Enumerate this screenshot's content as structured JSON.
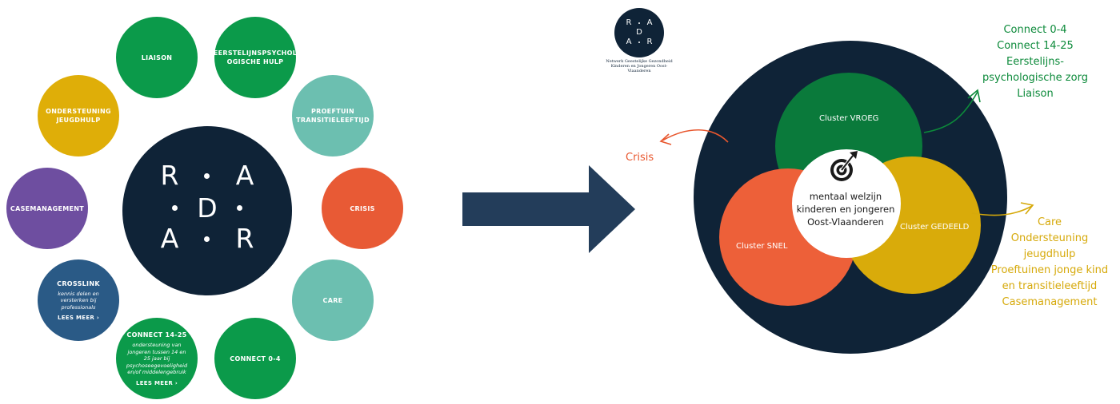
{
  "left": {
    "logo_letters": [
      "R",
      "A",
      "D",
      "A",
      "R"
    ],
    "circles": {
      "liaison": "LIAISON",
      "eerstelijns": "EERSTELIJNSPSYCHOL OGISCHE HULP",
      "proeftuin": "PROEFTUIN TRANSITIELEEFTIJD",
      "crisis": "CRISIS",
      "care": "CARE",
      "connect04": "CONNECT 0-4",
      "connect1425_title": "CONNECT 14-25",
      "connect1425_sub": "ondersteuning van jongeren tussen 14 en 25 jaar bij psychoseegevoeligheid en/of middelengebruik",
      "connect1425_more": "LEES MEER  ›",
      "crosslink_title": "CROSSLINK",
      "crosslink_sub": "kennis delen en versterken bij professionals",
      "crosslink_more": "LEES MEER  ›",
      "casemanagement": "CASEMANAGEMENT",
      "jeugdhulp": "ONDERSTEUNING JEUGDHULP"
    },
    "colors": {
      "green": "#0b9a4a",
      "teal": "#6cbfb0",
      "orange": "#e85a35",
      "yellow": "#dfae08",
      "purple": "#6e4ea0",
      "blue": "#2a5a86",
      "navy": "#0f2337"
    }
  },
  "arrow_color": "#233d5a",
  "right": {
    "logo_letters": [
      "R",
      "A",
      "D",
      "A",
      "R"
    ],
    "logo_caption_1": "Netwerk Geestelijke Gezondheid",
    "logo_caption_2": "Kinderen en Jongeren Oost-Vlaanderen",
    "crisis_label": "Crisis",
    "cluster_vroeg": "Cluster VROEG",
    "cluster_snel": "Cluster SNEL",
    "cluster_gedeeld": "Cluster GEDEELD",
    "center_line1": "mentaal welzijn",
    "center_line2": "kinderen en jongeren",
    "center_line3": "Oost-Vlaanderen",
    "vroeg_items": [
      "Connect 0-4",
      "Connect 14-25",
      "Eerstelijns-",
      "psychologische zorg",
      "Liaison"
    ],
    "gedeeld_items": [
      "Care",
      "Ondersteuning",
      "jeugdhulp",
      "Proeftuinen jonge kind",
      "en transitieleeftijd",
      "Casemanagement"
    ],
    "colors": {
      "crisis_text": "#e8572e",
      "vroeg_text": "#0c8a3a",
      "gedeeld_text": "#d6a90a",
      "target_icon": "target-with-arrow"
    }
  }
}
